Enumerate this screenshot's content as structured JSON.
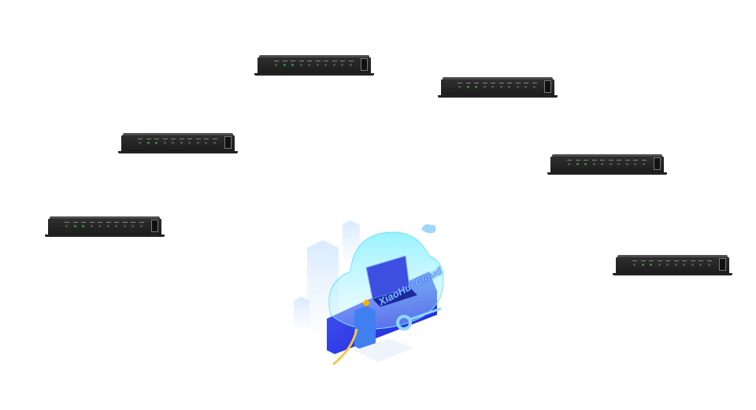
{
  "devices": [
    {
      "id": "d1",
      "icon": "network-device-icon"
    },
    {
      "id": "d2",
      "icon": "network-device-icon"
    },
    {
      "id": "d3",
      "icon": "network-device-icon"
    },
    {
      "id": "d4",
      "icon": "network-device-icon"
    },
    {
      "id": "d5",
      "icon": "network-device-icon"
    },
    {
      "id": "d6",
      "icon": "network-device-icon"
    }
  ],
  "cloud": {
    "label": "XiaoHui Cloud",
    "accent": "#2438e8",
    "glow": "#5fd8ff"
  }
}
